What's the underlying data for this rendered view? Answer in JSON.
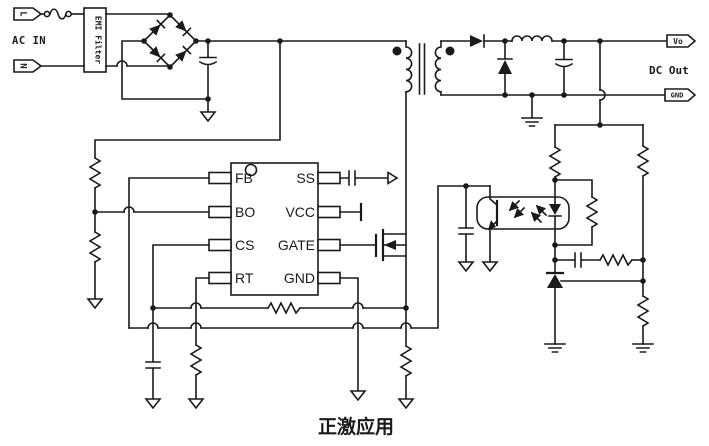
{
  "caption": "正激应用",
  "input": {
    "label": "AC IN",
    "line_terminal": "L",
    "neutral_terminal": "N",
    "emi_filter_label": "EMI Filter"
  },
  "output": {
    "label": "DC Out",
    "vout_terminal": "Vo",
    "ground_terminal": "GND"
  },
  "controller_ic": {
    "left_pins": [
      "FB",
      "BO",
      "CS",
      "RT"
    ],
    "right_pins": [
      "SS",
      "VCC",
      "GATE",
      "GND"
    ]
  },
  "colors": {
    "line": "#1a1a1a",
    "background": "#ffffff"
  }
}
